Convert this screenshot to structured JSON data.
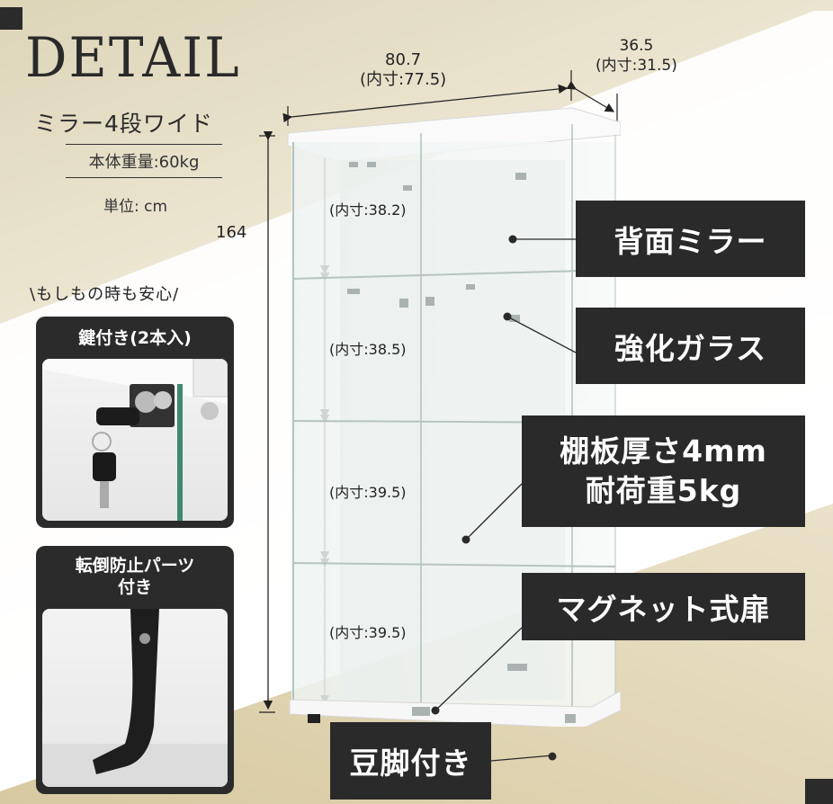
{
  "header": {
    "title": "DETAIL",
    "model_name": "ミラー4段ワイド",
    "body_weight": "本体重量:60kg",
    "unit": "単位: cm"
  },
  "dimensions": {
    "width": "80.7",
    "width_inner": "(内寸:77.5)",
    "depth": "36.5",
    "depth_inner": "(内寸:31.5)",
    "height": "164",
    "shelves_inner": [
      "(内寸:38.2)",
      "(内寸:38.5)",
      "(内寸:39.5)",
      "(内寸:39.5)"
    ]
  },
  "callouts": [
    {
      "label": "背面ミラー"
    },
    {
      "label": "強化ガラス"
    },
    {
      "label": "棚板厚さ4mm\n耐荷重5kg",
      "line1": "棚板厚さ4mm",
      "line2": "耐荷重5kg"
    },
    {
      "label": "マグネット式扉"
    },
    {
      "label": "豆脚付き"
    }
  ],
  "safety": {
    "heading": "\\もしもの時も安心/",
    "cards": [
      {
        "title": "鍵付き(2本入)"
      },
      {
        "title_line1": "転倒防止パーツ",
        "title_line2": "付き"
      }
    ]
  },
  "colors": {
    "callout_bg": "#2a2a2a",
    "callout_text": "#ffffff",
    "accent_beige": "#ddd5b8"
  }
}
